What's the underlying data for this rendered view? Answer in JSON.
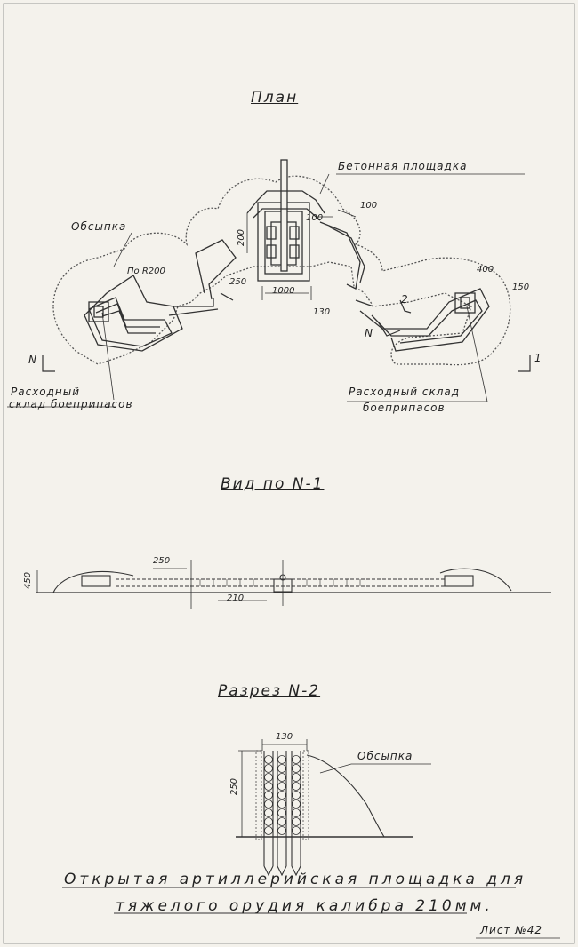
{
  "plan": {
    "title": "План",
    "concrete_pad_label": "Бетонная площадка",
    "embankment_label": "Обсыпка",
    "radius_label": "По R200",
    "depot_left_line1": "Расходный",
    "depot_left_line2": "склад боеприпасов",
    "depot_right_line1": "Расходный склад",
    "depot_right_line2": "боеприпасов",
    "dims": {
      "d100a": "100",
      "d100b": "100",
      "d200": "200",
      "d250": "250",
      "d1000": "1000",
      "d130": "130",
      "d400": "400",
      "d150": "150"
    },
    "section_marks": {
      "n_left": "N",
      "one_right": "1",
      "n_mid": "N",
      "two_mid": "2"
    }
  },
  "view": {
    "title": "Вид по N-1",
    "dims": {
      "d450": "450",
      "d250": "250",
      "d210": "210"
    }
  },
  "section": {
    "title": "Разрез N-2",
    "dims": {
      "d130": "130",
      "d250": "250"
    },
    "embankment_label": "Обсыпка"
  },
  "caption": {
    "line1": "Открытая артиллерийская площадка для",
    "line2": "тяжелого орудия калибра 210мм."
  },
  "sheet_number": "Лист №42"
}
